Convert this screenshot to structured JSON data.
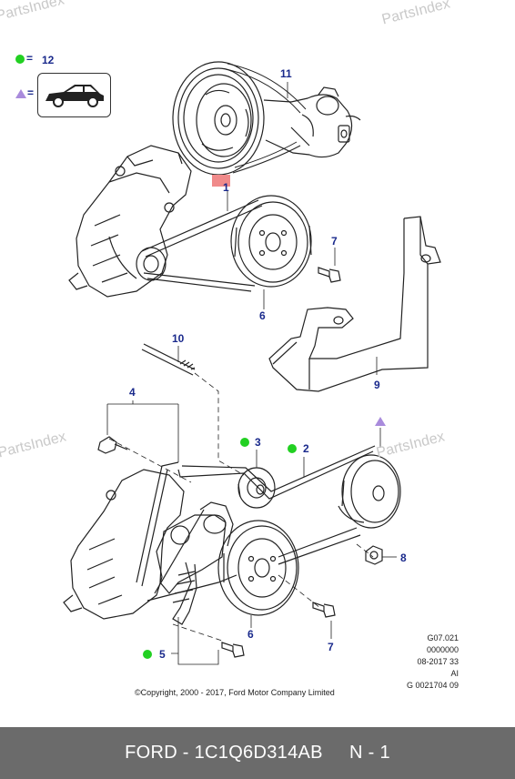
{
  "watermark": "PartsIndex",
  "legend": {
    "dot_color": "#22d022",
    "triangle_color": "#a98bdc",
    "equals": "=",
    "dot_ref": "12",
    "car_icon": "hatchback-car-icon"
  },
  "callouts": {
    "c1": "1",
    "c2": "2",
    "c3": "3",
    "c4": "4",
    "c5": "5",
    "c6a": "6",
    "c6b": "6",
    "c7a": "7",
    "c7b": "7",
    "c8": "8",
    "c9": "9",
    "c10": "10",
    "c11": "11"
  },
  "code_block": {
    "line1": "G07.021",
    "line2": "0000000",
    "line3": "08-2017 33",
    "line4": "AI",
    "line5": "G 0021704 09"
  },
  "copyright": "©Copyright, 2000 - 2017, Ford Motor Company Limited",
  "footer": {
    "text": "FORD - 1C1Q6D314AB     N - 1",
    "bg_color": "#6b6b6b"
  },
  "highlight_color": "#f08a8a"
}
